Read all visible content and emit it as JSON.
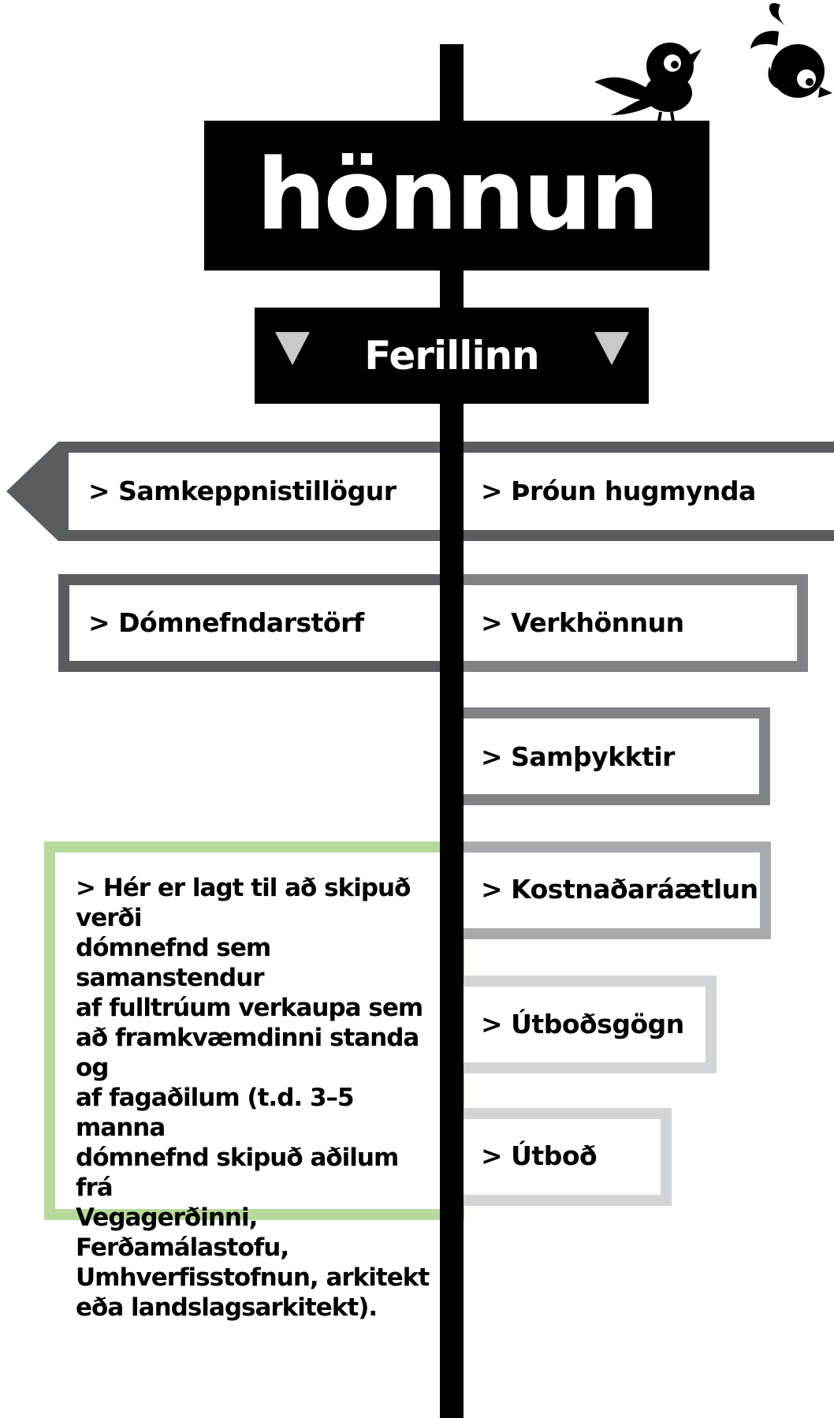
{
  "title": "hönnun",
  "subtitle": "Ferillinn",
  "signs": {
    "samkeppni": "> Samkeppnistillögur",
    "throun": "> Þróun hugmynda",
    "domnefnd": "> Dómnefndarstörf",
    "verkhonnun": "> Verkhönnun",
    "samthykktir": "> Samþykktir",
    "kostnadur": "> Kostnaðaráætlun",
    "utbodsgogn": "> Útboðsgögn",
    "utbod": "> Útboð"
  },
  "note": {
    "lines": [
      "> Hér er lagt til að skipuð verði",
      "dómnefnd sem samanstendur",
      "af fulltrúum verkaupa sem",
      "að framkvæmdinni standa og",
      "af fagaðilum (t.d. 3–5 manna",
      "dómnefnd skipuð aðilum frá",
      "Vegagerðinni, Ferðamálastofu,",
      "Umhverfisstofnun, arkitekt",
      "eða landslagsarkitekt)."
    ]
  },
  "colors": {
    "dark_gray": "#5b5c60",
    "mid_gray": "#818286",
    "light_gray": "#a9aaad",
    "pale_gray": "#d3d4d5",
    "note_green": "#b7d99b"
  }
}
